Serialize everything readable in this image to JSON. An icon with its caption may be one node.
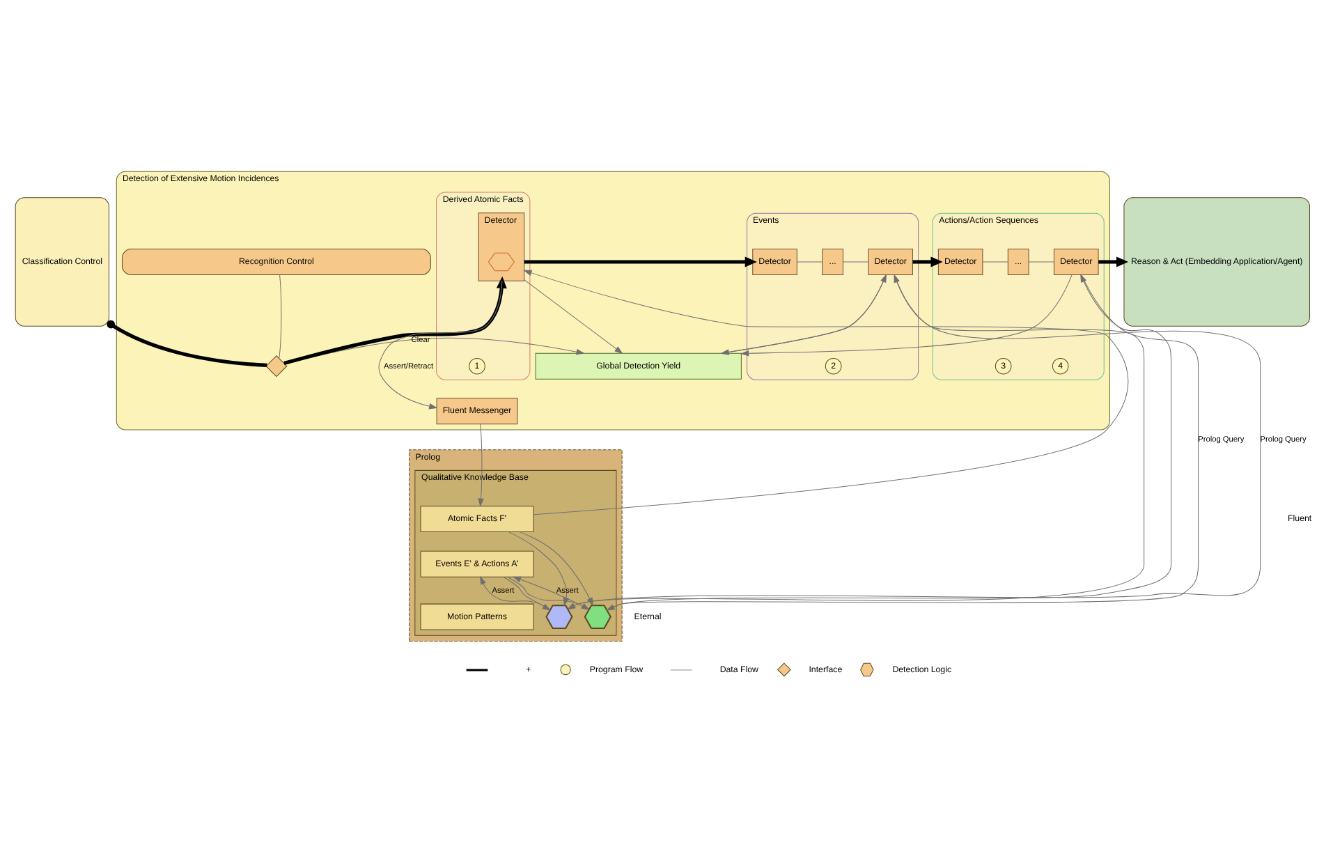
{
  "diagram": {
    "nodes": [
      {
        "text": [
          "Classification Control"
        ]
      },
      {
        "text": [
          "Detection of Extensive Motion Incidences"
        ]
      },
      {
        "text": [
          "Recognition Control"
        ],
        "in": 1
      },
      {
        "text": [],
        "shape": "diamond",
        "in": 1
      },
      {
        "text": [
          "Global Detection Yield"
        ],
        "in": 1
      },
      {
        "text": [
          "Derived Atomic Facts"
        ],
        "in": 1
      },
      {
        "text": [
          "Detector"
        ],
        "in": 5
      },
      {
        "text": [],
        "shape": "hexagon",
        "in": 6
      },
      {
        "text": [
          "1"
        ],
        "in": 5
      },
      {
        "text": [
          "Events"
        ],
        "in": 1
      },
      {
        "text": [
          "Detector"
        ],
        "in": 9
      },
      {
        "text": [
          "..."
        ],
        "in": 9
      },
      {
        "text": [
          "Detector"
        ],
        "in": 9
      },
      {
        "text": [
          "2"
        ],
        "in": 9
      },
      {
        "text": [
          "Actions/Action Sequences"
        ],
        "in": 1
      },
      {
        "text": [
          "Detector"
        ],
        "in": 14
      },
      {
        "text": [
          "..."
        ],
        "in": 14
      },
      {
        "text": [
          "Detector"
        ],
        "in": 14
      },
      {
        "text": [
          "3"
        ],
        "in": 14
      },
      {
        "text": [
          "4"
        ],
        "in": 14
      },
      {
        "text": [
          "Fluent Messenger"
        ],
        "in": 1
      },
      {
        "text": [
          "Reason & Act (Embedding Application/Agent)"
        ]
      },
      {
        "text": [
          "Prolog"
        ]
      },
      {
        "text": [
          "Qualitative Knowledge Base"
        ],
        "in": 22
      },
      {
        "text": [
          "Atomic Facts F'"
        ],
        "in": 23
      },
      {
        "text": [
          "Events E' & Actions A'"
        ],
        "in": 23
      },
      {
        "text": [
          "Motion Patterns"
        ],
        "in": 23
      },
      {
        "text": [],
        "shape": "hexagon",
        "in": 23
      },
      {
        "text": [],
        "shape": "hexagon",
        "in": 23
      }
    ],
    "edges": [
      {
        "from": 0,
        "to": 3,
        "arrow": "other",
        "style": "thick",
        "color": "#000000"
      },
      {
        "from": 3,
        "to": 2,
        "arrow": "none"
      },
      {
        "from": 3,
        "to": 4,
        "arrow": "to",
        "label": "Clear"
      },
      {
        "from": 3,
        "to": 6,
        "arrow": "to",
        "style": "thick",
        "color": "#000000"
      },
      {
        "from": 6,
        "to": 4,
        "arrow": "to"
      },
      {
        "from": 6,
        "to": 10,
        "arrow": "to",
        "style": "thick",
        "color": "#000000"
      },
      {
        "from": 10,
        "to": 11,
        "arrow": "none"
      },
      {
        "from": 11,
        "to": 12,
        "arrow": "none"
      },
      {
        "from": 4,
        "to": 12,
        "arrow": "to"
      },
      {
        "from": 12,
        "to": 4,
        "arrow": "to"
      },
      {
        "from": 12,
        "to": 15,
        "arrow": "to",
        "style": "thick",
        "color": "#000000"
      },
      {
        "from": 15,
        "to": 16,
        "arrow": "none"
      },
      {
        "from": 16,
        "to": 17,
        "arrow": "none"
      },
      {
        "from": 17,
        "to": 4,
        "arrow": "to"
      },
      {
        "from": 17,
        "to": 21,
        "arrow": "to",
        "style": "thick",
        "color": "#000000"
      },
      {
        "from": 6,
        "to": 20,
        "arrow": "to",
        "label": "Assert/Retract"
      },
      {
        "from": 20,
        "to": 24,
        "arrow": "to"
      },
      {
        "from": 24,
        "to": 6,
        "arrow": "to"
      },
      {
        "from": 12,
        "to": 27,
        "arrow": "to",
        "label": "Prolog Query"
      },
      {
        "from": 27,
        "to": 12,
        "arrow": "to"
      },
      {
        "from": 24,
        "to": 27,
        "arrow": "to"
      },
      {
        "from": 25,
        "to": 27,
        "arrow": "to"
      },
      {
        "from": 27,
        "to": 25,
        "arrow": "to",
        "label": "Assert"
      },
      {
        "from": 17,
        "to": 28,
        "arrow": "to",
        "label": "Prolog Query"
      },
      {
        "from": 28,
        "to": 17,
        "arrow": "to"
      },
      {
        "from": 24,
        "to": 28,
        "arrow": "to"
      },
      {
        "from": 25,
        "to": 28,
        "arrow": "to"
      },
      {
        "from": 28,
        "to": 25,
        "arrow": "to",
        "label": "Assert"
      }
    ],
    "labels": [
      "Fluent",
      "Eternal",
      "+"
    ],
    "legend": [
      {
        "text": "Program Flow"
      },
      {
        "text": "Data Flow"
      },
      {
        "text": "Interface"
      },
      {
        "text": "Detection Logic"
      }
    ]
  }
}
